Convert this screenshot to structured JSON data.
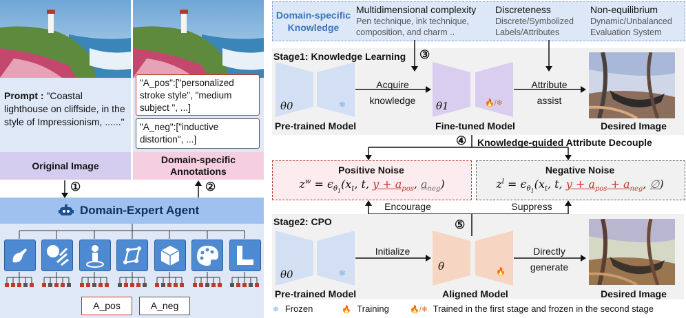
{
  "left": {
    "prompt_label": "Prompt : ",
    "prompt_text": "\"Coastal lighthouse on cliffside, in the style of Impressionism, ......\"",
    "original_image_label": "Original Image",
    "annotations_label": "Domain-specific Annotations",
    "a_pos_text": "\"A_pos\":[\"personalized stroke style\", \"medium subject \", ...]",
    "a_neg_text": "\"A_neg\":[\"inductive distortion\", ...]",
    "step1": "①",
    "step2": "②",
    "agent_title": "Domain-Expert Agent",
    "a_pos_badge": "A_pos",
    "a_neg_badge": "A_neg"
  },
  "knowledge": {
    "title": "Domain-specific Knowledge",
    "col1_title": "Multidimensional complexity",
    "col1_text": "Pen technique, ink technique, composition, and charm ..",
    "col2_title": "Discreteness",
    "col2_text": "Discrete/Symbolized Labels/Attributes",
    "col3_title": "Non-equilibrium",
    "col3_text": "Dynamic/Unbalanced Evaluation System"
  },
  "stage1": {
    "title": "Stage1: Knowledge Learning",
    "step3": "③",
    "theta0": "θ0",
    "theta1": "θ1",
    "pretrained_label": "Pre-trained Model",
    "acquire": "Acquire",
    "knowledge": "knowledge",
    "finetuned_label": "Fine-tuned Model",
    "attribute": "Attribute",
    "assist": "assist",
    "desired_label": "Desired Image",
    "fire_snow": "🔥/❄"
  },
  "decouple": {
    "step4": "④",
    "title": "Knowledge-guided  Attribute Decouple",
    "pos_title": "Positive Noise",
    "neg_title": "Negative Noise",
    "encourage": "Encourage",
    "suppress": "Suppress"
  },
  "stage2": {
    "title": "Stage2: CPO",
    "step5": "⑤",
    "theta0": "θ0",
    "theta": "θ",
    "pretrained_label": "Pre-trained Model",
    "initialize": "Initialize",
    "aligned_label": "Aligned Model",
    "directly": "Directly",
    "generate": "generate",
    "desired_label": "Desired Image",
    "fire": "🔥"
  },
  "legend": {
    "frozen": "Frozen",
    "training": "Training",
    "both": "Trained in the first stage and frozen in the second stage"
  },
  "colors": {
    "blue_model": "#d3e0f4",
    "purple_model": "#d9cdf0",
    "peach_model": "#f6d6c2",
    "agent_bar": "#9fc1ef",
    "pos_red": "#c0392b",
    "neg_gray": "#666666"
  }
}
